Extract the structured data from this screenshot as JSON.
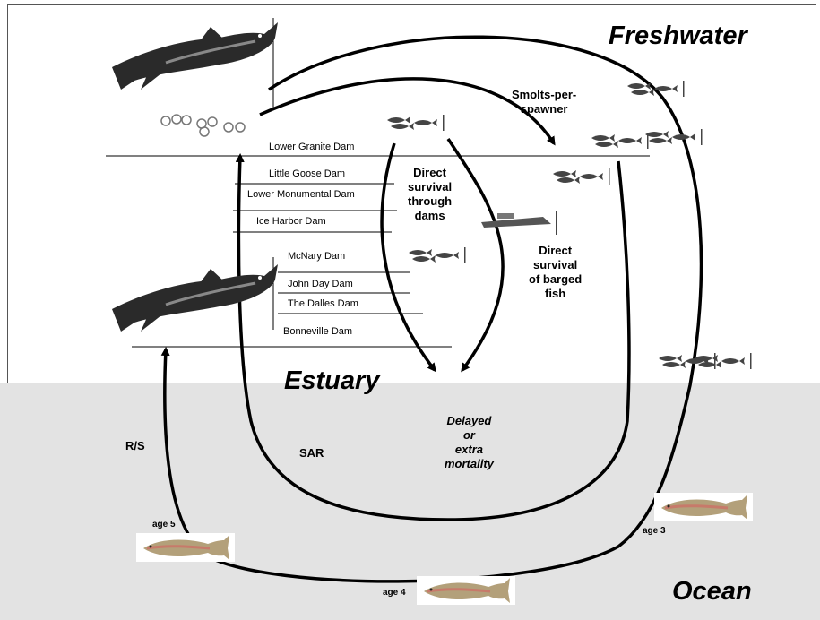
{
  "zones": {
    "freshwater": "Freshwater",
    "estuary": "Estuary",
    "ocean": "Ocean"
  },
  "dams": {
    "lower_granite": "Lower Granite Dam",
    "little_goose": "Little Goose Dam",
    "lower_monumental": "Lower Monumental Dam",
    "ice_harbor": "Ice Harbor Dam",
    "mcnary": "McNary Dam",
    "john_day": "John Day Dam",
    "the_dalles": "The Dalles Dam",
    "bonneville": "Bonneville Dam"
  },
  "labels": {
    "smolts_per_spawner": [
      "Smolts-per-",
      "spawner"
    ],
    "direct_survival_dams": [
      "Direct",
      "survival",
      "through",
      "dams"
    ],
    "direct_survival_barged": [
      "Direct",
      "survival",
      "of barged",
      "fish"
    ],
    "delayed_mortality": [
      "Delayed",
      "or",
      "extra",
      "mortality"
    ],
    "rs": "R/S",
    "sar": "SAR"
  },
  "ages": {
    "age3": "age 3",
    "age4": "age 4",
    "age5": "age 5"
  },
  "colors": {
    "ocean_bg": "#e3e3e3",
    "adult_fish": "#b3a07a",
    "fish_stripe": "#c77a6a",
    "spawner_fish": "#2a2a2a"
  }
}
